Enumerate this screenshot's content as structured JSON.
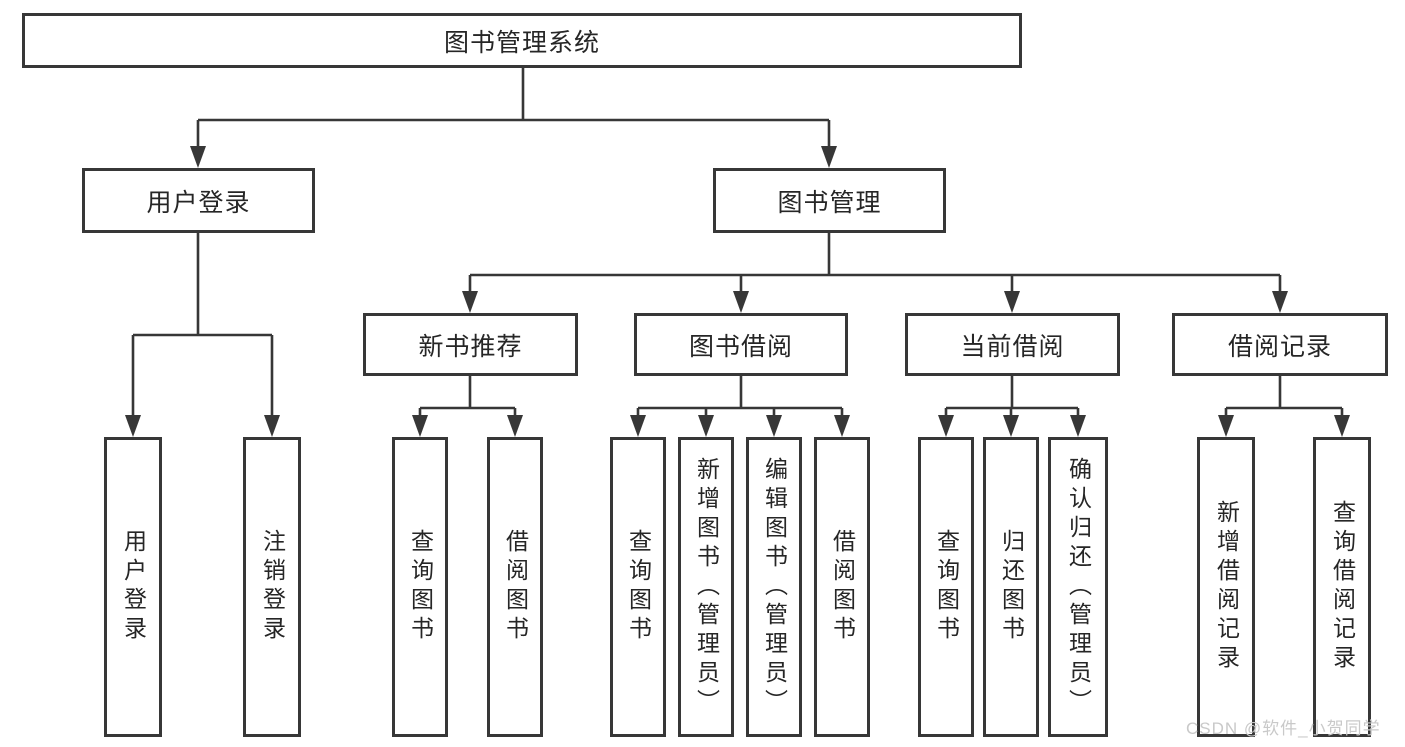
{
  "diagram": {
    "title_node": "图书管理系统",
    "nodes": {
      "root": "图书管理系统",
      "user_login": "用户登录",
      "book_mgmt": "图书管理",
      "new_book_rec": "新书推荐",
      "book_borrow": "图书借阅",
      "current_borrow": "当前借阅",
      "borrow_record": "借阅记录",
      "leaf_user_login": "用户登录",
      "leaf_logout": "注销登录",
      "leaf_query_book_1": "查询图书",
      "leaf_borrow_book_1": "借阅图书",
      "leaf_query_book_2": "查询图书",
      "leaf_add_book": "新增图书（管理员）",
      "leaf_edit_book": "编辑图书（管理员）",
      "leaf_borrow_book_2": "借阅图书",
      "leaf_query_book_3": "查询图书",
      "leaf_return_book": "归还图书",
      "leaf_confirm_return": "确认归还（管理员）",
      "leaf_add_record": "新增借阅记录",
      "leaf_query_record": "查询借阅记录"
    },
    "hierarchy": {
      "图书管理系统": {
        "用户登录": [
          "用户登录",
          "注销登录"
        ],
        "图书管理": {
          "新书推荐": [
            "查询图书",
            "借阅图书"
          ],
          "图书借阅": [
            "查询图书",
            "新增图书（管理员）",
            "编辑图书（管理员）",
            "借阅图书"
          ],
          "当前借阅": [
            "查询图书",
            "归还图书",
            "确认归还（管理员）"
          ],
          "借阅记录": [
            "新增借阅记录",
            "查询借阅记录"
          ]
        }
      }
    }
  },
  "watermark": {
    "text": "CSDN @软件_小贺同学"
  },
  "colors": {
    "line": "#373737",
    "text": "#262626",
    "background": "#ffffff",
    "watermark": "#c9c9c9"
  }
}
